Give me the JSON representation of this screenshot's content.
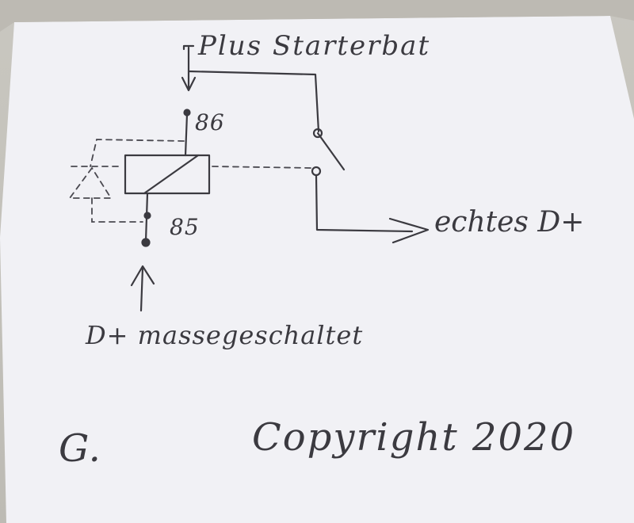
{
  "labels": {
    "battery": "Plus Starterbat",
    "terminal_86": "86",
    "terminal_85": "85",
    "output": "echtes D+",
    "input": "D+ massegeschaltet",
    "initial": "G.",
    "copyright": "Copyright 2020"
  },
  "colors": {
    "ink": "#3b3a40",
    "paper": "#f2f2f6",
    "background": "#c4c2bb"
  }
}
